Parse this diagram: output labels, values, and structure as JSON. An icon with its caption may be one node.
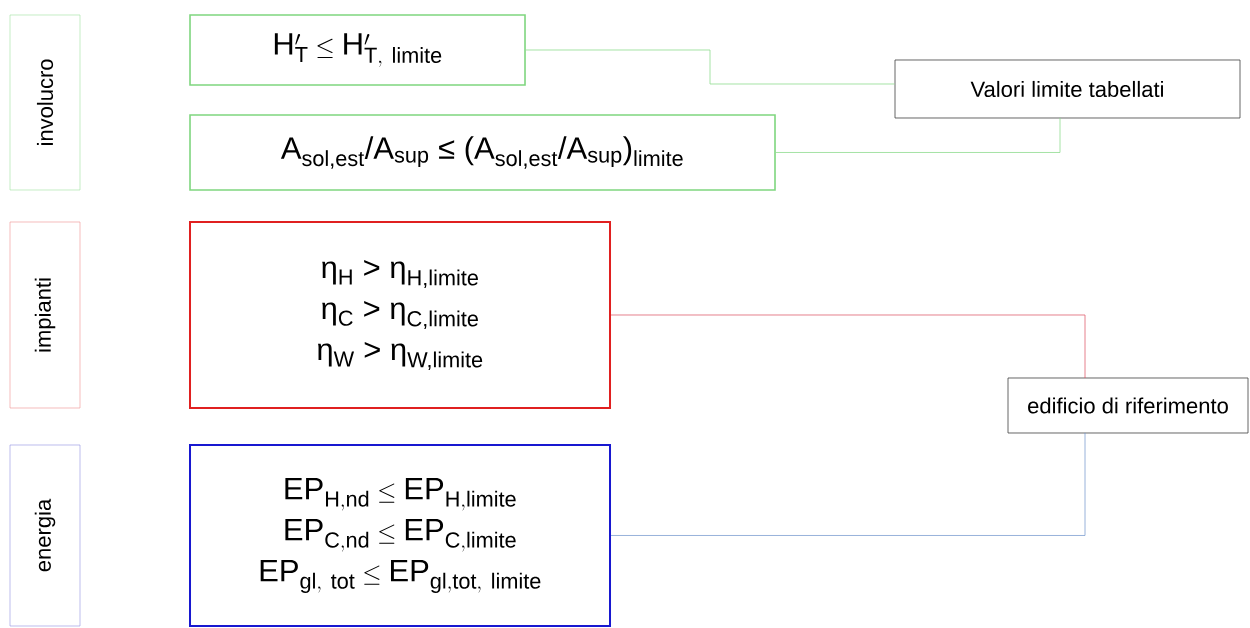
{
  "diagram": {
    "nodes": [
      {
        "text": [
          "involucro"
        ]
      },
      {
        "text": [
          "\\mathrm{H}'_{\\mathrm{T}} \\leq \\mathrm{H}'_{\\mathrm{T,\\ limite}}"
        ]
      },
      {
        "text": [
          "A$_{sol,est}$/A$_{sup}$ ≤  (A$_{sol,est}$/A$_{sup}$)$_{limite}$"
        ]
      },
      {
        "text": [
          "Valori limite tabellati"
        ]
      },
      {
        "text": [
          "impianti"
        ]
      },
      {
        "text": [
          "η$_{H}$ > η$_{H,limite}$",
          "η$_{C}$ > η$_{C,limite}$",
          "η$_{W}$ > η$_{W,limite}$"
        ]
      },
      {
        "text": [
          "energia"
        ]
      },
      {
        "text": [
          "\\mathrm{EP}_{\\mathrm{H,nd}} \\leq \\mathrm{EP}_{\\mathrm{H,limite}}",
          "\\mathrm{EP}_{\\mathrm{C,nd}} \\leq \\mathrm{EP}_{\\mathrm{C,limite}}",
          "\\mathrm{EP}_{\\mathrm{gl,\\ tot}} \\leq \\mathrm{EP}_{\\mathrm{gl,tot,\\ limite}}"
        ]
      },
      {
        "text": [
          "edificio di riferimento"
        ]
      }
    ],
    "edges": [
      {
        "from": 1,
        "to": 3,
        "arrow": "none",
        "color": "#8fdc8f"
      },
      {
        "from": 2,
        "to": 3,
        "arrow": "none",
        "color": "#8fdc8f"
      },
      {
        "from": 5,
        "to": 8,
        "arrow": "none",
        "color": "#e06070"
      },
      {
        "from": 7,
        "to": 8,
        "arrow": "none",
        "color": "#7f9fd0"
      }
    ]
  }
}
